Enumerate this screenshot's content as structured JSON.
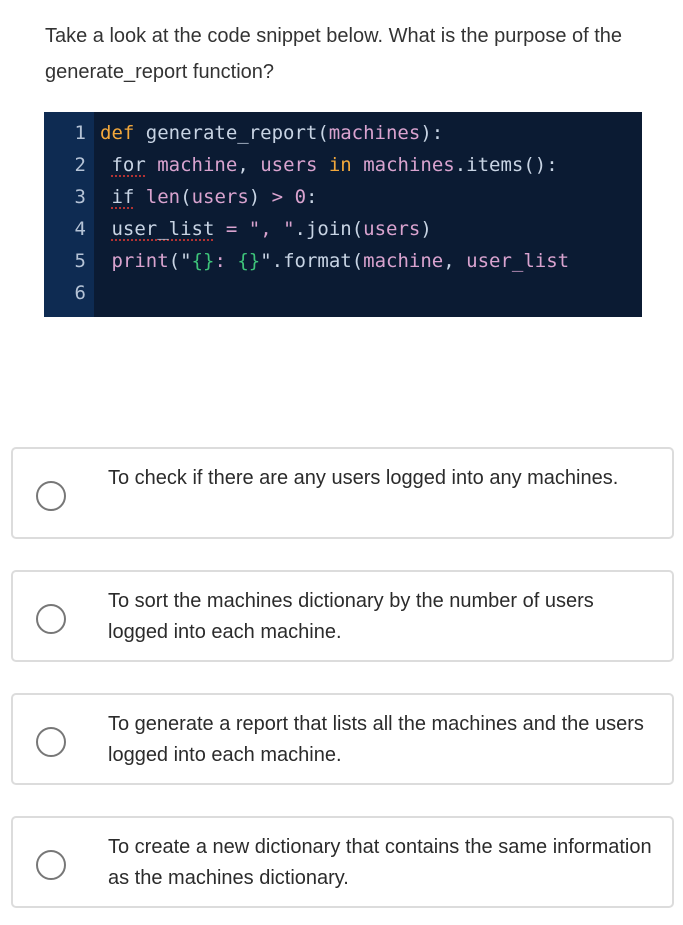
{
  "question": "Take a look at the code snippet below. What is the purpose of the generate_report function?",
  "code": {
    "colors": {
      "background": "#0b1b33",
      "gutter": "#0e2b52",
      "keyword": "#f2a73b",
      "variable": "#d9a3cf",
      "format": "#3ec47a",
      "default": "#c8d4e4"
    },
    "lines": [
      {
        "number": "1",
        "indent": 0,
        "tokens": [
          {
            "t": "def",
            "c": "kw"
          },
          {
            "t": " generate_report(",
            "c": "def"
          },
          {
            "t": "machines",
            "c": "var"
          },
          {
            "t": "):",
            "c": "def"
          }
        ]
      },
      {
        "number": "2",
        "indent": 1,
        "tokens": [
          {
            "t": "for",
            "c": "def",
            "sq": true
          },
          {
            "t": " ",
            "c": "def"
          },
          {
            "t": "machine",
            "c": "var"
          },
          {
            "t": ", ",
            "c": "def"
          },
          {
            "t": "users",
            "c": "var"
          },
          {
            "t": " ",
            "c": "def"
          },
          {
            "t": "in",
            "c": "kw"
          },
          {
            "t": " ",
            "c": "def"
          },
          {
            "t": "machines",
            "c": "var"
          },
          {
            "t": ".items():",
            "c": "def"
          }
        ]
      },
      {
        "number": "3",
        "indent": 1,
        "tokens": [
          {
            "t": "if",
            "c": "def",
            "sq": true
          },
          {
            "t": " ",
            "c": "def"
          },
          {
            "t": "len",
            "c": "var"
          },
          {
            "t": "(",
            "c": "def"
          },
          {
            "t": "users",
            "c": "var"
          },
          {
            "t": ") ",
            "c": "def"
          },
          {
            "t": ">",
            "c": "var"
          },
          {
            "t": " ",
            "c": "def"
          },
          {
            "t": "0",
            "c": "num"
          },
          {
            "t": ":",
            "c": "def"
          }
        ]
      },
      {
        "number": "4",
        "indent": 1,
        "tokens": [
          {
            "t": "user_list",
            "c": "def",
            "sq": true
          },
          {
            "t": " ",
            "c": "def"
          },
          {
            "t": "=",
            "c": "var"
          },
          {
            "t": " ",
            "c": "def"
          },
          {
            "t": "\", \"",
            "c": "var"
          },
          {
            "t": ".join(",
            "c": "def"
          },
          {
            "t": "users",
            "c": "var"
          },
          {
            "t": ")",
            "c": "def"
          }
        ]
      },
      {
        "number": "5",
        "indent": 1,
        "tokens": [
          {
            "t": "print",
            "c": "var"
          },
          {
            "t": "(\"",
            "c": "def"
          },
          {
            "t": "{}",
            "c": "fmt"
          },
          {
            "t": ": ",
            "c": "var"
          },
          {
            "t": "{}",
            "c": "fmt"
          },
          {
            "t": "\".format(",
            "c": "def"
          },
          {
            "t": "machine",
            "c": "var"
          },
          {
            "t": ", ",
            "c": "def"
          },
          {
            "t": "user_list",
            "c": "var"
          }
        ]
      },
      {
        "number": "6",
        "indent": 0,
        "tokens": []
      }
    ]
  },
  "options": [
    {
      "label": "To check if there are any users logged into any machines.",
      "selected": false
    },
    {
      "label": "To sort the machines dictionary by the number of users logged into each machine.",
      "selected": false
    },
    {
      "label": "To generate a report that lists all the machines and the users logged into each machine.",
      "selected": false
    },
    {
      "label": "To create a new dictionary that contains the same information as the machines dictionary.",
      "selected": false
    }
  ]
}
